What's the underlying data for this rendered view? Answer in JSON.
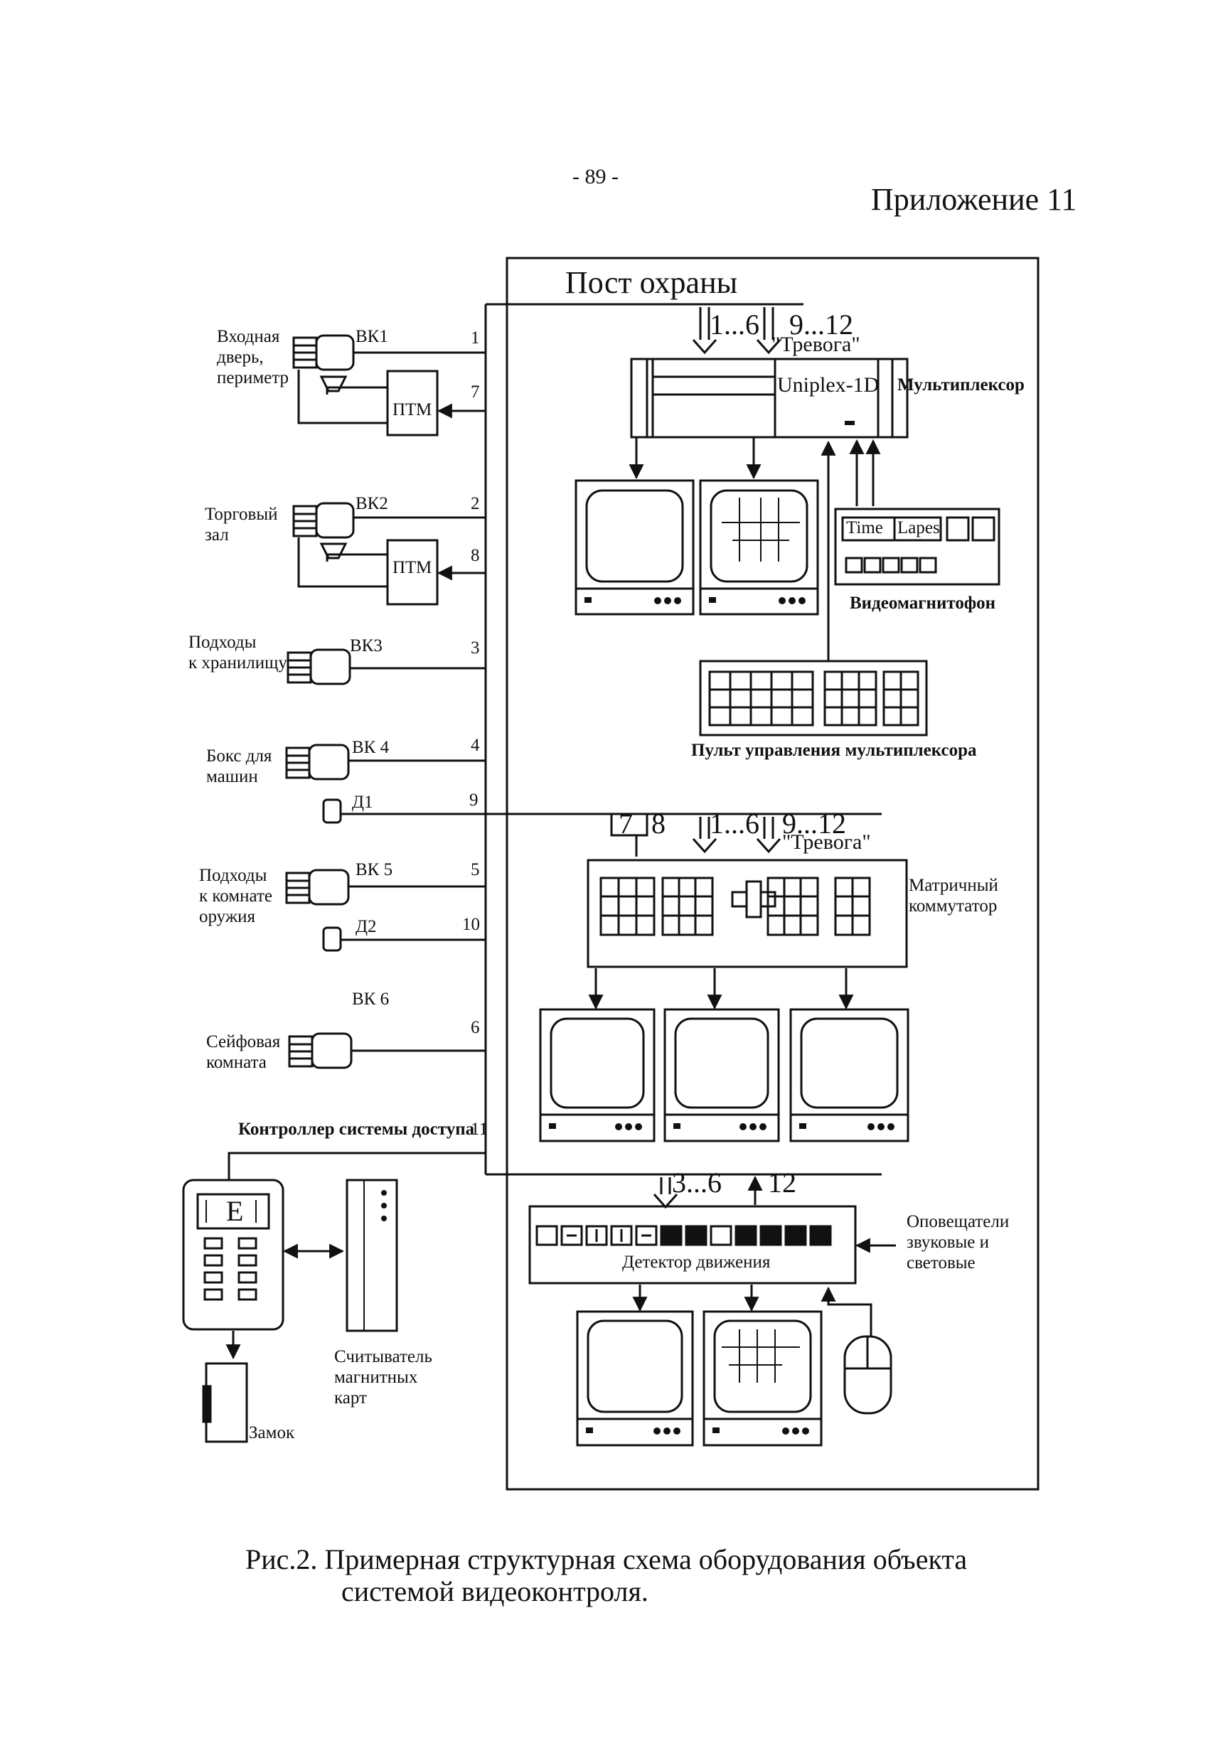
{
  "page_number": "- 89 -",
  "appendix": "Приложение 11",
  "post_title": "Пост охраны",
  "cameras": [
    {
      "id": "ВК1",
      "zone": [
        "Входная",
        "дверь,",
        "периметр"
      ],
      "line": "1"
    },
    {
      "id": "ВК2",
      "zone": [
        "Торговый",
        "зал"
      ],
      "line": "2"
    },
    {
      "id": "ВК3",
      "zone": [
        "Подходы",
        "к хранилищу"
      ],
      "line": "3"
    },
    {
      "id": "ВК 4",
      "zone": [
        "Бокс для",
        "машин"
      ],
      "line": "4"
    },
    {
      "id": "ВК 5",
      "zone": [
        "Подходы",
        "к комнате",
        "оружия"
      ],
      "line": "5"
    },
    {
      "id": "ВК 6",
      "zone": [
        "Сейфовая",
        "комната"
      ],
      "line": "6"
    }
  ],
  "ptm_label": "ПТМ",
  "ptm_lines": [
    "7",
    "8"
  ],
  "sensors": [
    {
      "id": "Д1",
      "line": "9"
    },
    {
      "id": "Д2",
      "line": "10"
    }
  ],
  "access_controller": {
    "label": "Контроллер системы доступа",
    "line": "11",
    "display": "E"
  },
  "card_reader_label": [
    "Считыватель",
    "магнитных",
    "карт"
  ],
  "lock_label": "Замок",
  "bus_top": {
    "in1": "1...6",
    "in2": "9...12",
    "alarm": "\"Тревога\""
  },
  "multiplexer": {
    "model": "Uniplex-1D",
    "label": "Мультиплексор"
  },
  "vcr": {
    "label": "Видеомагнитофон",
    "tl1": "Time",
    "tl2": "Lapes"
  },
  "mux_panel_label": "Пульт управления мультиплексора",
  "bus_mid": {
    "in0a": "7",
    "in0b": "8",
    "in1": "1...6",
    "in2": "9...12",
    "alarm": "\"Тревога\""
  },
  "matrix_label": [
    "Матричный",
    "коммутатор"
  ],
  "bus_bottom": {
    "in": "3...6",
    "out": "12"
  },
  "motion_detector_label": "Детектор движения",
  "annunciators_label": [
    "Оповещатели",
    "звуковые и",
    "световые"
  ],
  "caption": [
    "Рис.2. Примерная структурная схема оборудования объекта",
    "системой видеоконтроля."
  ]
}
